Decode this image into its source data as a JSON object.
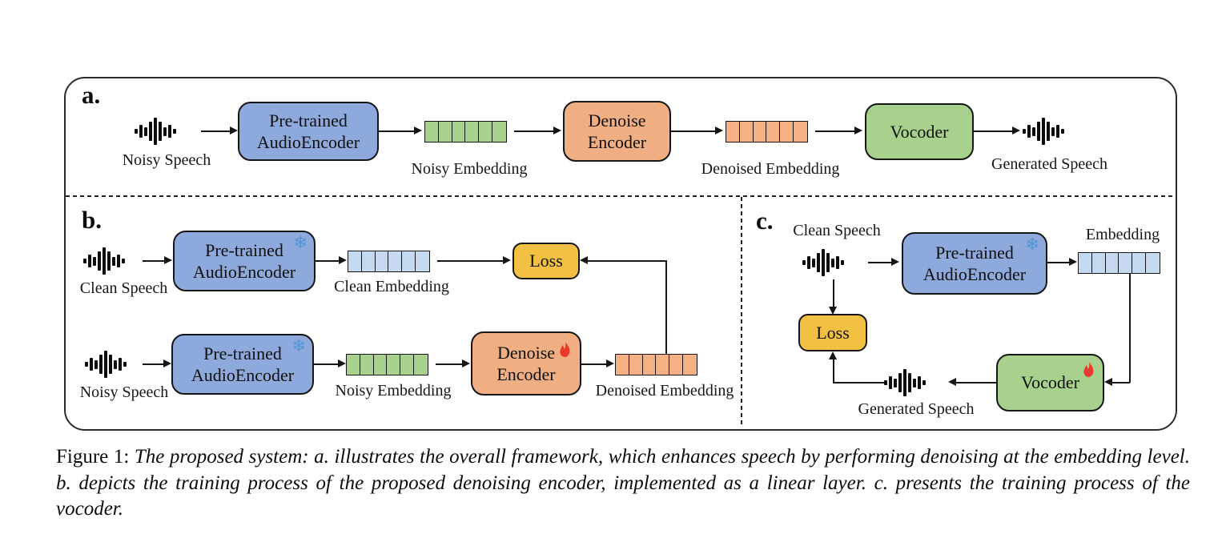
{
  "figure": {
    "embedding_cells": 6,
    "colors": {
      "encoder_blue": "#8EA9DB",
      "denoise_orange": "#EFAF82",
      "vocoder_green": "#A9D18E",
      "loss_yellow": "#F2C042",
      "embedding_green": "#A9D18E",
      "embedding_orange": "#F4B183",
      "embedding_blue": "#C5DAF0",
      "snowflake_blue": "#4D96D9",
      "flame_red": "#E8392B"
    },
    "icons": {
      "snowflake": "❄",
      "waveform": "audio-waveform",
      "flame": "flame"
    },
    "panel_a": {
      "label": "a.",
      "input_label": "Noisy Speech",
      "encoder_line1": "Pre-trained",
      "encoder_line2": "AudioEncoder",
      "noisy_embedding_label": "Noisy Embedding",
      "denoise_line1": "Denoise",
      "denoise_line2": "Encoder",
      "denoised_embedding_label": "Denoised Embedding",
      "vocoder_label": "Vocoder",
      "output_label": "Generated Speech"
    },
    "panel_b": {
      "label": "b.",
      "clean_input_label": "Clean Speech",
      "encoder_line1": "Pre-trained",
      "encoder_line2": "AudioEncoder",
      "clean_embedding_label": "Clean Embedding",
      "loss_label": "Loss",
      "noisy_input_label": "Noisy Speech",
      "noisy_embedding_label": "Noisy Embedding",
      "denoise_line1": "Denoise",
      "denoise_line2": "Encoder",
      "denoised_embedding_label": "Denoised Embedding"
    },
    "panel_c": {
      "label": "c.",
      "clean_input_label": "Clean Speech",
      "encoder_line1": "Pre-trained",
      "encoder_line2": "AudioEncoder",
      "embedding_label": "Embedding",
      "loss_label": "Loss",
      "vocoder_label": "Vocoder",
      "output_label": "Generated Speech"
    },
    "caption": {
      "prefix": "Figure 1: ",
      "body": "The proposed system: a. illustrates the overall framework, which enhances speech by performing denoising at the embedding level. b. depicts the training process of the proposed denoising encoder, implemented as a linear layer. c. presents the training process of the vocoder."
    }
  }
}
